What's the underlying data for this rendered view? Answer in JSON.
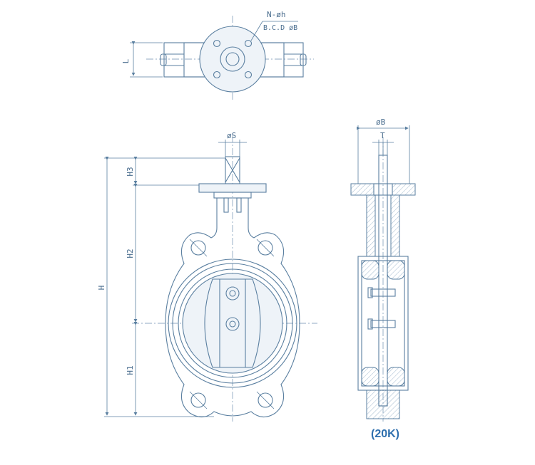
{
  "labels": {
    "top_bolt": "N-øh",
    "top_bcd": "B.C.D øB",
    "top_L": "L",
    "stem_dia": "øS",
    "H": "H",
    "H1": "H1",
    "H2": "H2",
    "H3": "H3",
    "side_dia": "øB",
    "side_T": "T"
  },
  "caption": "(20K)",
  "colors": {
    "line": "#5a7fa0",
    "caption": "#2e6fae"
  }
}
